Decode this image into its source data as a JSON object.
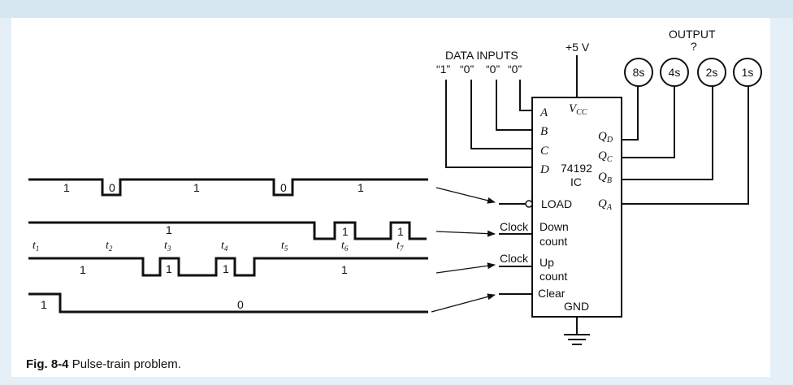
{
  "caption": {
    "figure_label": "Fig. 8-4",
    "text": "Pulse-train problem."
  },
  "chip": {
    "name": "74192",
    "name_suffix": "IC",
    "vcc": "V",
    "vcc_sub": "CC",
    "gnd": "GND",
    "inputs": [
      "A",
      "B",
      "C",
      "D"
    ],
    "outputs": [
      {
        "letter": "Q",
        "sub": "D"
      },
      {
        "letter": "Q",
        "sub": "C"
      },
      {
        "letter": "Q",
        "sub": "B"
      },
      {
        "letter": "Q",
        "sub": "A"
      }
    ],
    "load": "LOAD",
    "down_line1": "Down",
    "down_line2": "count",
    "up_line1": "Up",
    "up_line2": "count",
    "clear": "Clear",
    "clock": "Clock"
  },
  "data_inputs": {
    "title": "DATA INPUTS",
    "values": [
      "“1”",
      "“0”",
      "“0”",
      "“0”"
    ]
  },
  "supply": "+5 V",
  "output": {
    "title": "OUTPUT",
    "question": "?",
    "leds": [
      "8s",
      "4s",
      "2s",
      "1s"
    ]
  },
  "time_marks": [
    {
      "t": "t",
      "sub": "1"
    },
    {
      "t": "t",
      "sub": "2"
    },
    {
      "t": "t",
      "sub": "3"
    },
    {
      "t": "t",
      "sub": "4"
    },
    {
      "t": "t",
      "sub": "5"
    },
    {
      "t": "t",
      "sub": "6"
    },
    {
      "t": "t",
      "sub": "7"
    }
  ],
  "waveforms": {
    "load": [
      "1",
      "0",
      "1",
      "0",
      "1"
    ],
    "down": [
      "1",
      "1",
      "1"
    ],
    "up": [
      "1",
      "1",
      "1",
      "1"
    ],
    "clear": [
      "1",
      "0"
    ]
  }
}
